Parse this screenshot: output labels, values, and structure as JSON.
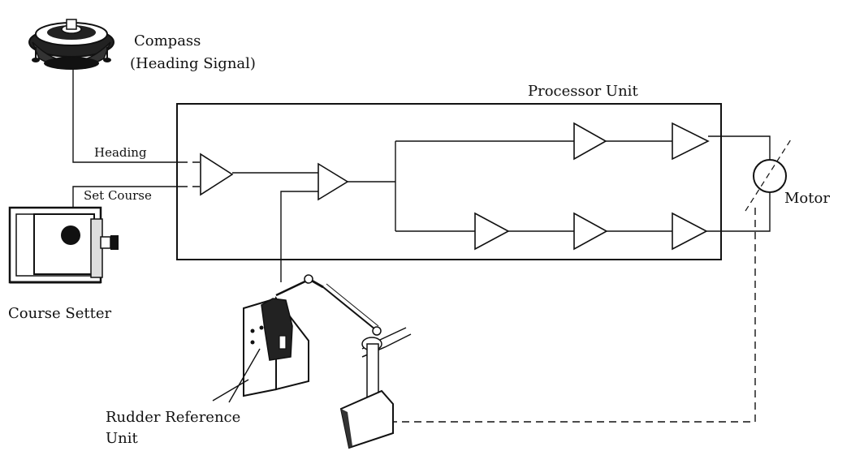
{
  "labels": {
    "compass_title": "Compass",
    "compass_subtitle": "(Heading Signal)",
    "processor_unit": "Processor Unit",
    "heading": "Heading",
    "set_course": "Set Course",
    "motor": "Motor",
    "course_setter": "Course Setter",
    "rudder_reference_line1": "Rudder Reference",
    "rudder_reference_line2": "Unit"
  }
}
